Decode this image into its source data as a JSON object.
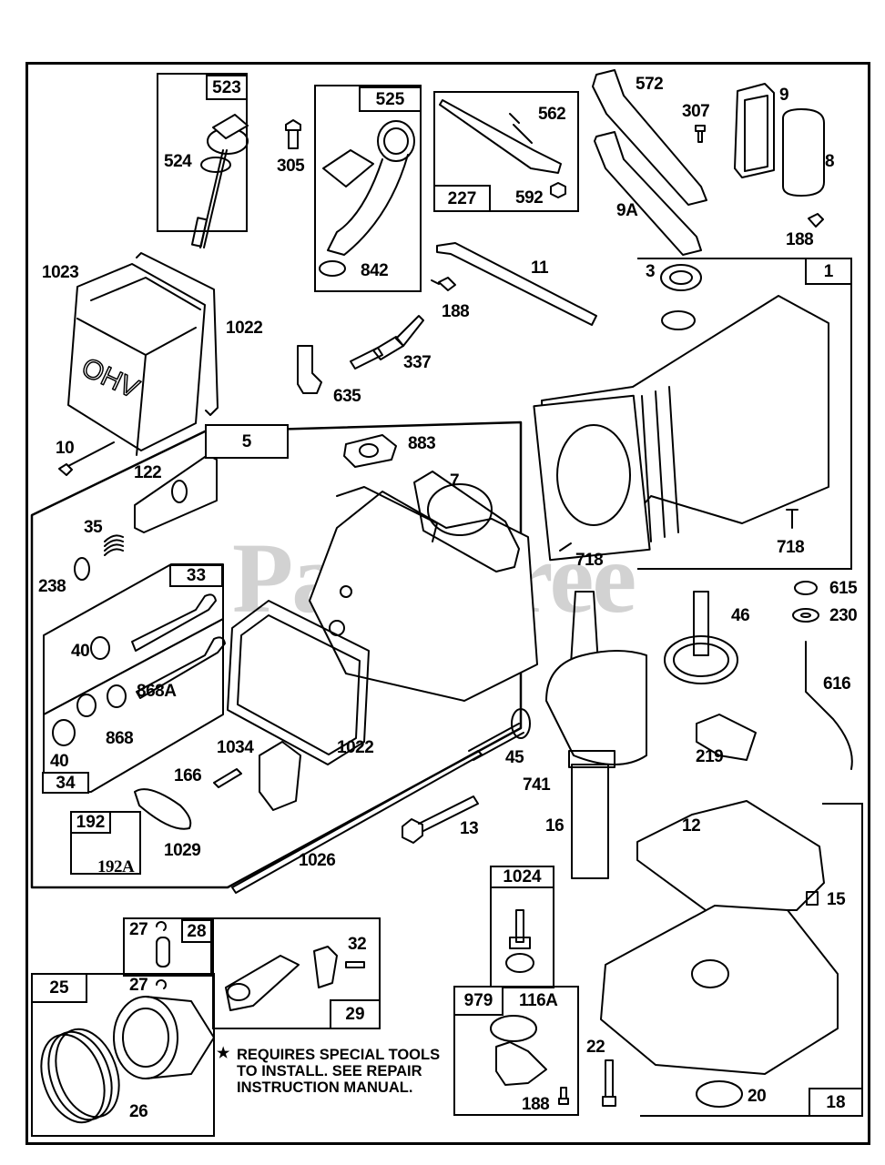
{
  "diagram": {
    "title": "Engine exploded parts diagram",
    "watermark": "PartsTree",
    "note": {
      "symbol": "★",
      "lines": [
        "REQUIRES SPECIAL TOOLS",
        "TO INSTALL.  SEE REPAIR",
        "INSTRUCTION MANUAL."
      ]
    },
    "kits": {
      "k523": "523",
      "k525": "525",
      "k227": "227",
      "k1": "1",
      "k5": "5",
      "k33": "33",
      "k34": "34",
      "k192": "192",
      "k28": "28",
      "k29": "29",
      "k25": "25",
      "k1024": "1024",
      "k979": "979",
      "k18": "18"
    },
    "parts": {
      "p524": "524",
      "p305": "305",
      "p842": "842",
      "p562": "562",
      "p592": "592",
      "p572": "572",
      "p307": "307",
      "p9A": "9A",
      "p9": "9",
      "p8": "8",
      "p188a": "188",
      "p11": "11",
      "p188b": "188",
      "p1023": "1023",
      "p1022a": "1022",
      "p337": "337",
      "p635": "635",
      "p3": "3",
      "p10": "10",
      "p122": "122",
      "p883": "883",
      "p7": "7",
      "p35": "35",
      "p238": "238",
      "p718a": "718",
      "p718b": "718",
      "p40a": "40",
      "p868A": "868A",
      "p868": "868",
      "p40b": "40",
      "p1022b": "1022",
      "p1034": "1034",
      "p166": "166",
      "p45": "45",
      "p741": "741",
      "p615": "615",
      "p230": "230",
      "p46": "46",
      "p616": "616",
      "p219": "219",
      "p1029": "1029",
      "p192A": "192A",
      "p1026": "1026",
      "p13": "13",
      "p16": "16",
      "p12": "12",
      "p15": "15",
      "p27a": "27",
      "p27b": "27",
      "p32": "32",
      "p26": "26",
      "p116A": "116A",
      "p22": "22",
      "p188c": "188",
      "p20": "20"
    }
  }
}
